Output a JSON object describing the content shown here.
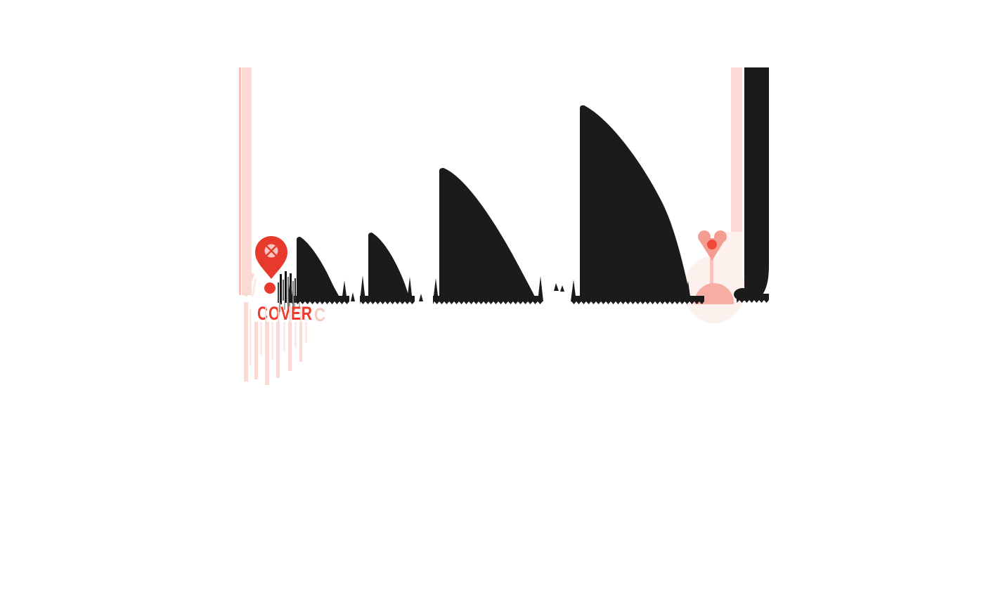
{
  "artwork": {
    "wordmark": "COVER",
    "ghost_letter": "C"
  },
  "icons": {
    "map_pin": "map-pin-icon",
    "dome": "mosque-dome-icon",
    "skyline": "sail-buildings-skyline"
  },
  "palette": {
    "red": "#ee3a2c",
    "pin_red": "#e8392d",
    "black": "#1b1b1b",
    "dark_gray": "#4a4a4a",
    "gray": "#8f8f8f",
    "light_gray": "#b5b5b5",
    "pink_stripe": "#fbd9d4",
    "pink_light": "#fdeae7",
    "ghost_pink": "#f7cac4",
    "dome_pink": "#f5ada4",
    "drop_pink": "#f49c92",
    "glow_pink": "#fdf1ee",
    "hole_pink": "#f8c6c0",
    "background": "#ffffff"
  }
}
